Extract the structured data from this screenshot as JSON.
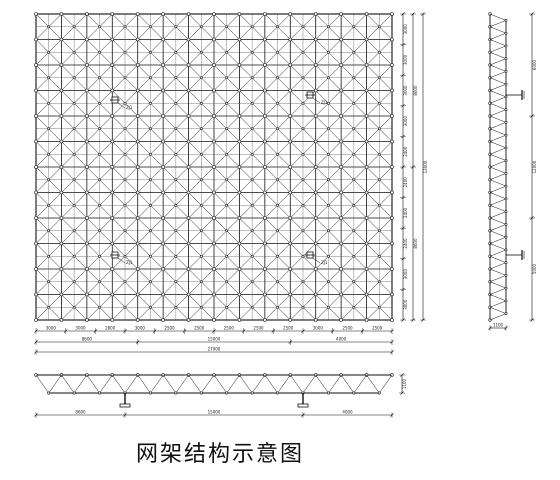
{
  "caption": "网架结构示意图",
  "plan": {
    "bottom_segments": [
      "3000",
      "3000",
      "2800",
      "3000",
      "2500",
      "2500",
      "2500",
      "2500",
      "2500",
      "3000",
      "2500",
      "2500"
    ],
    "bottom_groups": [
      "8600",
      "15000",
      "4000"
    ],
    "bottom_total": "27000",
    "right_segments": [
      "3000",
      "3000",
      "3000",
      "3000",
      "2400",
      "2400",
      "2400",
      "2400",
      "3000",
      "3000"
    ],
    "right_groups": [
      "8600",
      "8600"
    ],
    "right_total": "13000",
    "support_markers": [
      "ZJ1",
      "ZJ1",
      "ZJ1",
      "ZJ1"
    ]
  },
  "side_elevation": {
    "dims": [
      "6000",
      "12000",
      "5000"
    ],
    "depth": "1100"
  },
  "front_elevation": {
    "dims": [
      "8600",
      "15000",
      "4000"
    ],
    "depth": "1100"
  }
}
